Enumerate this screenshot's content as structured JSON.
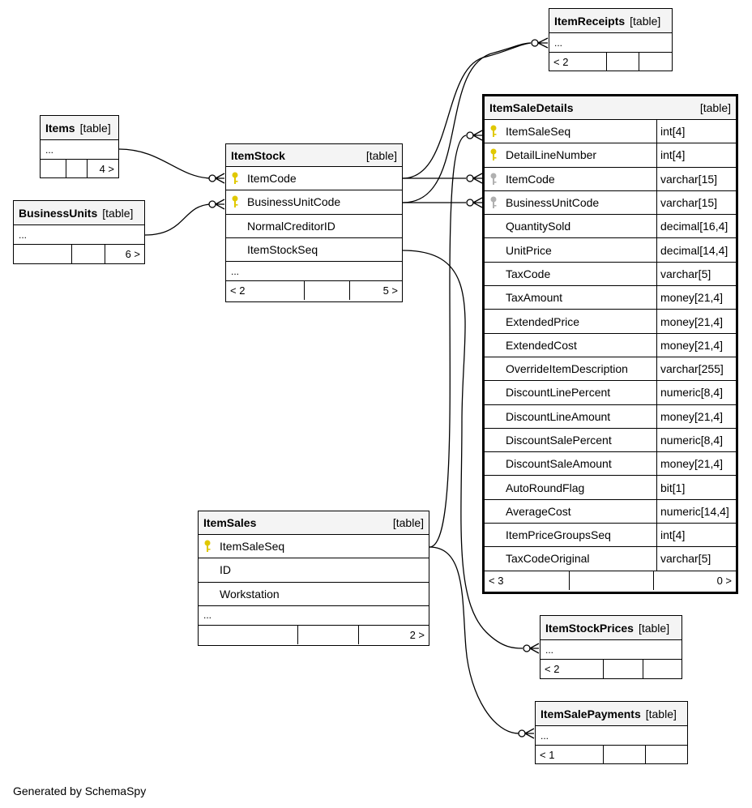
{
  "item_receipts": {
    "name": "ItemReceipts",
    "tag": "[table]",
    "ellipsis": "...",
    "foot_left": "< 2",
    "foot_mid": "",
    "foot_right": ""
  },
  "items": {
    "name": "Items",
    "tag": "[table]",
    "ellipsis": "...",
    "foot_left": "",
    "foot_mid": "",
    "foot_right": "4 >"
  },
  "business_units": {
    "name": "BusinessUnits",
    "tag": "[table]",
    "ellipsis": "...",
    "foot_left": "",
    "foot_mid": "",
    "foot_right": "6 >"
  },
  "item_stock": {
    "name": "ItemStock",
    "tag": "[table]",
    "rows": [
      "ItemCode",
      "BusinessUnitCode",
      "NormalCreditorID",
      "ItemStockSeq"
    ],
    "ellipsis": "...",
    "foot_left": "< 2",
    "foot_mid": "",
    "foot_right": "5 >"
  },
  "item_sale_details": {
    "name": "ItemSaleDetails",
    "tag": "[table]",
    "columns": [
      {
        "name": "ItemSaleSeq",
        "type": "int[4]"
      },
      {
        "name": "DetailLineNumber",
        "type": "int[4]"
      },
      {
        "name": "ItemCode",
        "type": "varchar[15]"
      },
      {
        "name": "BusinessUnitCode",
        "type": "varchar[15]"
      },
      {
        "name": "QuantitySold",
        "type": "decimal[16,4]"
      },
      {
        "name": "UnitPrice",
        "type": "decimal[14,4]"
      },
      {
        "name": "TaxCode",
        "type": "varchar[5]"
      },
      {
        "name": "TaxAmount",
        "type": "money[21,4]"
      },
      {
        "name": "ExtendedPrice",
        "type": "money[21,4]"
      },
      {
        "name": "ExtendedCost",
        "type": "money[21,4]"
      },
      {
        "name": "OverrideItemDescription",
        "type": "varchar[255]"
      },
      {
        "name": "DiscountLinePercent",
        "type": "numeric[8,4]"
      },
      {
        "name": "DiscountLineAmount",
        "type": "money[21,4]"
      },
      {
        "name": "DiscountSalePercent",
        "type": "numeric[8,4]"
      },
      {
        "name": "DiscountSaleAmount",
        "type": "money[21,4]"
      },
      {
        "name": "AutoRoundFlag",
        "type": "bit[1]"
      },
      {
        "name": "AverageCost",
        "type": "numeric[14,4]"
      },
      {
        "name": "ItemPriceGroupsSeq",
        "type": "int[4]"
      },
      {
        "name": "TaxCodeOriginal",
        "type": "varchar[5]"
      }
    ],
    "foot_left": "< 3",
    "foot_mid": "",
    "foot_right": "0 >"
  },
  "item_sales": {
    "name": "ItemSales",
    "tag": "[table]",
    "rows": [
      "ItemSaleSeq",
      "ID",
      "Workstation"
    ],
    "ellipsis": "...",
    "foot_left": "",
    "foot_mid": "",
    "foot_right": "2 >"
  },
  "item_stock_prices": {
    "name": "ItemStockPrices",
    "tag": "[table]",
    "ellipsis": "...",
    "foot_left": "< 2",
    "foot_mid": "",
    "foot_right": ""
  },
  "item_sale_payments": {
    "name": "ItemSalePayments",
    "tag": "[table]",
    "ellipsis": "...",
    "foot_left": "< 1",
    "foot_mid": "",
    "foot_right": ""
  },
  "credit": "Generated by SchemaSpy",
  "colors": {
    "primary_key": "#e0c800",
    "foreign_key": "#b0b0b0",
    "header_bg": "#f4f4f4"
  }
}
